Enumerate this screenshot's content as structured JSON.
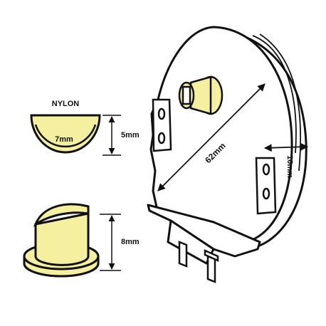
{
  "labels": {
    "material": "NYLON",
    "shaft_flat_width": "7mm",
    "shaft_flat_height": "5mm",
    "shaft_height": "8mm",
    "motor_diameter": "62mm",
    "motor_thickness": "16mm"
  },
  "colors": {
    "nylon_fill": "#F5F0A0",
    "outline": "#111111",
    "background": "#FFFFFF"
  }
}
